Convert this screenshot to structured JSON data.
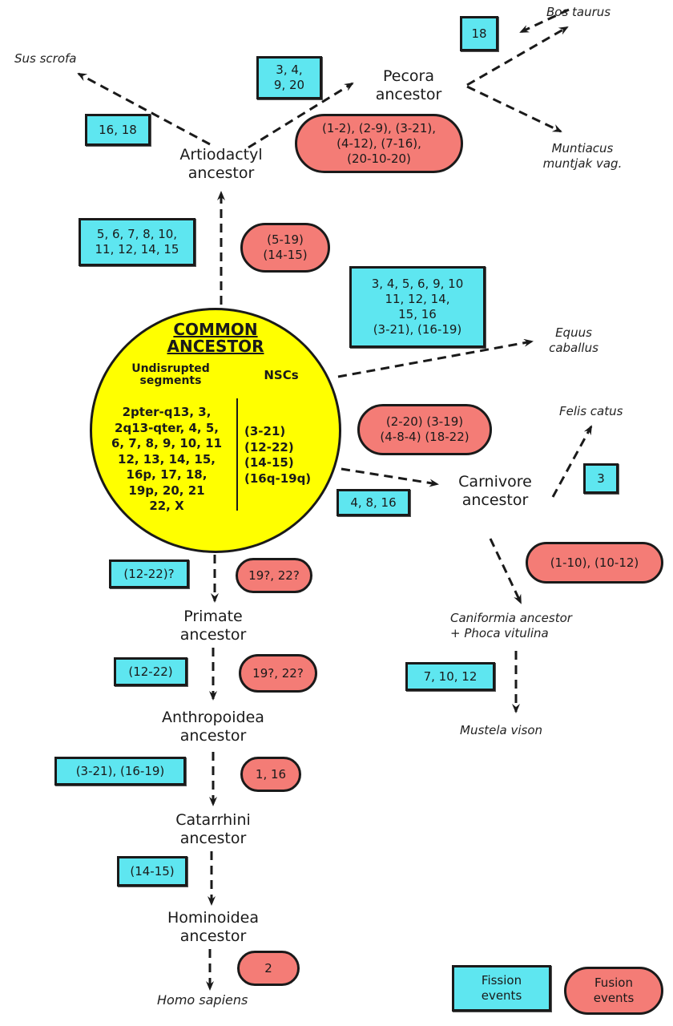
{
  "common_ancestor": {
    "title_line1": "COMMON",
    "title_line2": "ANCESTOR",
    "segments_header_line1": "Undisrupted",
    "segments_header_line2": "segments",
    "nscs_header": "NSCs",
    "segments": [
      "2pter-q13, 3,",
      "2q13-qter, 4, 5,",
      "6, 7, 8, 9, 10, 11",
      "12, 13, 14, 15,",
      "16p, 17, 18,",
      "19p, 20, 21",
      "22, X"
    ],
    "nscs": [
      "(3-21)",
      "(12-22)",
      "(14-15)",
      "(16q-19q)"
    ],
    "fill_color": "#ffff00"
  },
  "ancestors": {
    "artiodactyl": [
      "Artiodactyl",
      "ancestor"
    ],
    "pecora": [
      "Pecora",
      "ancestor"
    ],
    "carnivore": [
      "Carnivore",
      "ancestor"
    ],
    "primate": [
      "Primate",
      "ancestor"
    ],
    "anthropoidea": [
      "Anthropoidea",
      "ancestor"
    ],
    "catarrhini": [
      "Catarrhini",
      "ancestor"
    ],
    "hominoidea": [
      "Hominoidea",
      "ancestor"
    ],
    "caniformia": [
      "Caniformia ancestor",
      "+ Phoca vitulina"
    ]
  },
  "species": {
    "sus_scrofa": "Sus scrofa",
    "bos_taurus": "Bos taurus",
    "muntiacus": [
      "Muntiacus",
      "muntjak vag."
    ],
    "equus": [
      "Equus",
      "caballus"
    ],
    "felis": "Felis catus",
    "mustela": "Mustela vison",
    "homo": "Homo sapiens"
  },
  "fission_events": {
    "sus": [
      "16, 18"
    ],
    "pecora": [
      "3, 4,",
      "9, 20"
    ],
    "bos": [
      "18"
    ],
    "artiodactyl": [
      "5, 6, 7, 8, 10,",
      "11, 12, 14, 15"
    ],
    "equus": [
      "3, 4, 5, 6, 9, 10",
      "11, 12, 14,",
      "15, 16",
      "(3-21), (16-19)"
    ],
    "carnivore": [
      "4, 8, 16"
    ],
    "felis": [
      "3"
    ],
    "mustela": [
      "7, 10, 12"
    ],
    "primate": [
      "(12-22)?"
    ],
    "anthropoidea": [
      "(12-22)"
    ],
    "catarrhini": [
      "(3-21), (16-19)"
    ],
    "hominoidea": [
      "(14-15)"
    ]
  },
  "fusion_events": {
    "pecora": [
      "(1-2), (2-9), (3-21),",
      "(4-12), (7-16),",
      "(20-10-20)"
    ],
    "artiodactyl": [
      "(5-19)",
      "(14-15)"
    ],
    "carnivore": [
      "(2-20)  (3-19)",
      "(4-8-4) (18-22)"
    ],
    "caniformia": [
      "(1-10), (10-12)"
    ],
    "primate": [
      "19?, 22?"
    ],
    "anthropoidea": [
      "19?, 22?"
    ],
    "catarrhini": [
      "1, 16"
    ],
    "homo": [
      "2"
    ]
  },
  "legend": {
    "fission": [
      "Fission",
      "events"
    ],
    "fusion": [
      "Fusion",
      "events"
    ]
  },
  "colors": {
    "fission": "#5ee6f0",
    "fusion": "#f47c76",
    "ancestor_circle": "#ffff00",
    "line": "#1a1a1a"
  }
}
